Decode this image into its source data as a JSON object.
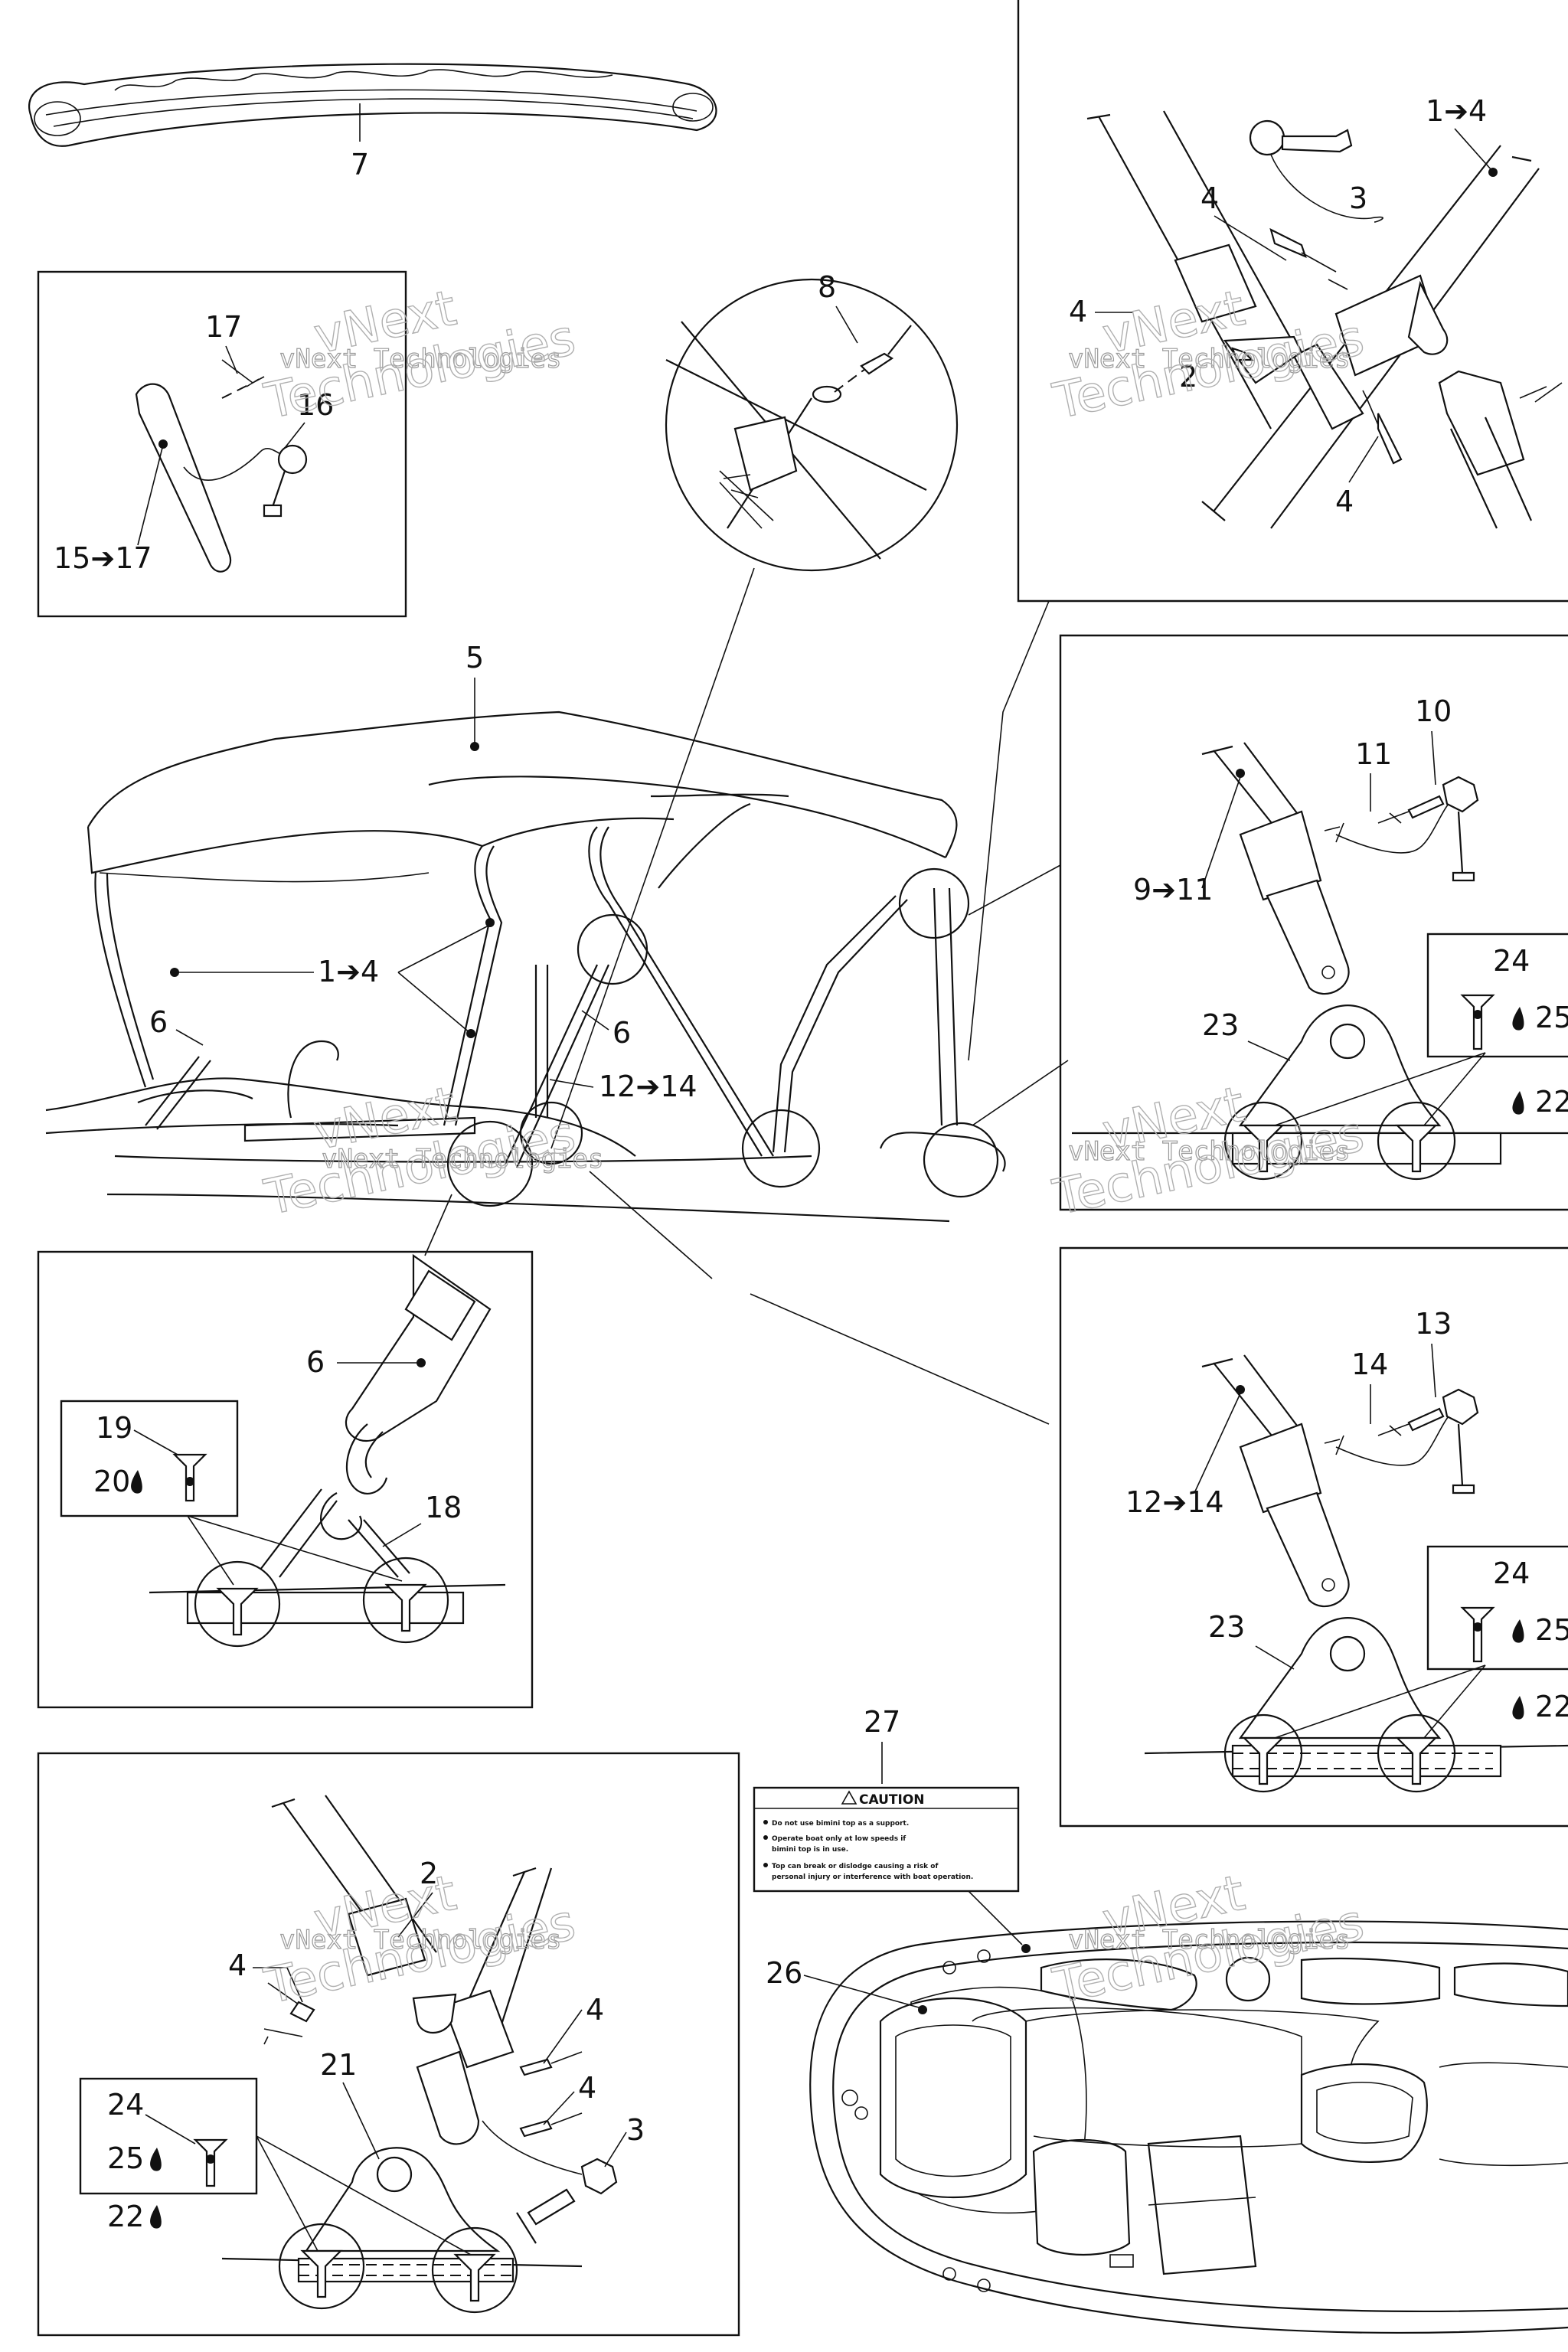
{
  "labels": {
    "l7": "7",
    "l17": "17",
    "l16": "16",
    "l15_17": "15➔17",
    "l8": "8",
    "l1_4_top": "1➔4",
    "l3_top": "3",
    "l4_a": "4",
    "l4_b": "4",
    "l2_top": "2",
    "l4_c": "4",
    "l5": "5",
    "l1_4_main": "1➔4",
    "l6_left": "6",
    "l6_mid": "6",
    "l12_14_main": "12➔14",
    "l10": "10",
    "l11": "11",
    "l9_11": "9➔11",
    "l24_a": "24",
    "l25_a": "25",
    "l23_a": "23",
    "l22_a": "22",
    "l6_detail": "6",
    "l19": "19",
    "l20": "20",
    "l18": "18",
    "l13": "13",
    "l14": "14",
    "l12_14_detail": "12➔14",
    "l24_b": "24",
    "l25_b": "25",
    "l23_b": "23",
    "l22_b": "22",
    "l27": "27",
    "l2_bottom": "2",
    "l4_d": "4",
    "l4_e": "4",
    "l4_f": "4",
    "l21": "21",
    "l3_bottom": "3",
    "l24_c": "24",
    "l25_c": "25",
    "l22_c": "22",
    "l26": "26"
  },
  "caution_label": {
    "title": "CAUTION",
    "line1": "Do not use bimini top as a support.",
    "line2": "Operate boat only at low speeds if",
    "line3": "bimini top is in use.",
    "line4": "Top can break or dislodge causing a risk of",
    "line5": "personal injury or interference with boat operation."
  },
  "watermark": {
    "line1": "vNext Technologies",
    "line2": "vNext",
    "line3": "Technologies"
  },
  "colors": {
    "line": "#111111",
    "watermark": "#9a9a9a",
    "background": "#ffffff"
  }
}
